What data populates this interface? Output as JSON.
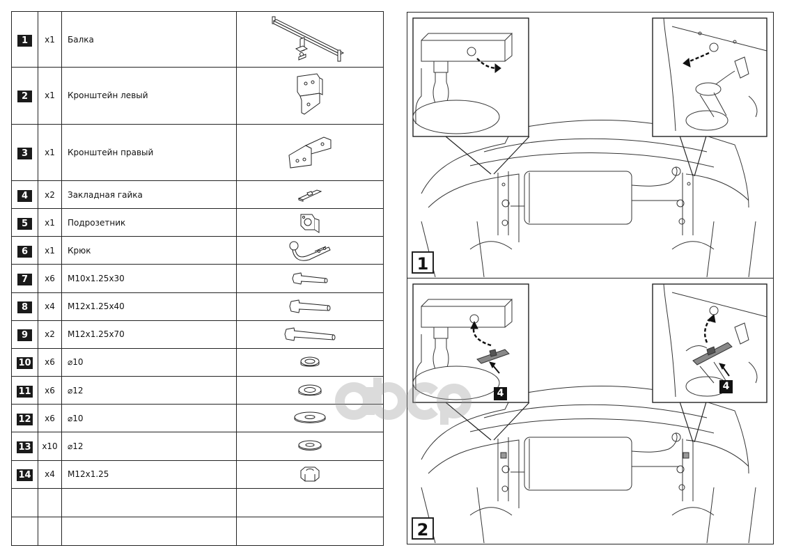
{
  "parts": [
    {
      "num": "1",
      "qty": "x1",
      "name": "Балка",
      "icon": "beam-icon"
    },
    {
      "num": "2",
      "qty": "x1",
      "name": "Кронштейн левый",
      "icon": "left-bracket-icon"
    },
    {
      "num": "3",
      "qty": "x1",
      "name": "Кронштейн правый",
      "icon": "right-bracket-icon"
    },
    {
      "num": "4",
      "qty": "x2",
      "name": "Закладная гайка",
      "icon": "embedded-nut-icon"
    },
    {
      "num": "5",
      "qty": "x1",
      "name": "Подрозетник",
      "icon": "socket-plate-icon"
    },
    {
      "num": "6",
      "qty": "x1",
      "name": "Крюк",
      "icon": "tow-ball-icon"
    },
    {
      "num": "7",
      "qty": "x6",
      "name": "M10x1.25x30",
      "icon": "bolt-icon"
    },
    {
      "num": "8",
      "qty": "x4",
      "name": "M12x1.25x40",
      "icon": "bolt-icon"
    },
    {
      "num": "9",
      "qty": "x2",
      "name": "M12x1.25x70",
      "icon": "bolt-icon"
    },
    {
      "num": "10",
      "qty": "x6",
      "name": "⌀10",
      "icon": "spring-washer-icon"
    },
    {
      "num": "11",
      "qty": "x6",
      "name": "⌀12",
      "icon": "spring-washer-icon"
    },
    {
      "num": "12",
      "qty": "x6",
      "name": "⌀10",
      "icon": "flat-washer-icon"
    },
    {
      "num": "13",
      "qty": "x10",
      "name": "⌀12",
      "icon": "flat-washer-icon"
    },
    {
      "num": "14",
      "qty": "x4",
      "name": "M12x1.25",
      "icon": "hex-nut-icon"
    },
    {
      "num": "",
      "qty": "",
      "name": "",
      "icon": ""
    },
    {
      "num": "",
      "qty": "",
      "name": "",
      "icon": ""
    }
  ],
  "steps": [
    {
      "label": "1"
    },
    {
      "label": "2",
      "callouts": [
        "4",
        "4"
      ]
    }
  ],
  "colors": {
    "line": "#222222",
    "badge": "#1a1a1a",
    "part_fill": "#888888"
  }
}
